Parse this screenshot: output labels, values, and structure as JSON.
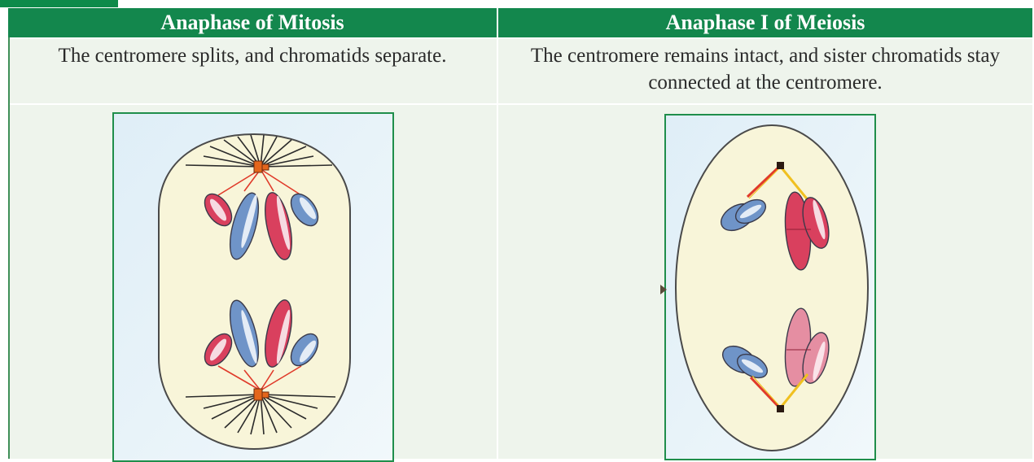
{
  "table": {
    "headers": [
      "Anaphase of Mitosis",
      "Anaphase I of Meiosis"
    ],
    "descriptions": [
      "The centromere splits, and chromatids separate.",
      "The centromere remains intact, and sister chromatids stay connected at the centromere."
    ]
  },
  "colors": {
    "header_bg": "#13874d",
    "row_bg": "#eef4ec",
    "cell_fill": "#f8f5d9",
    "chromosome_red": "#d9405e",
    "chromosome_blue": "#6f94c8",
    "spindle": "#e03a2a",
    "centrosome": "#e4661c"
  }
}
